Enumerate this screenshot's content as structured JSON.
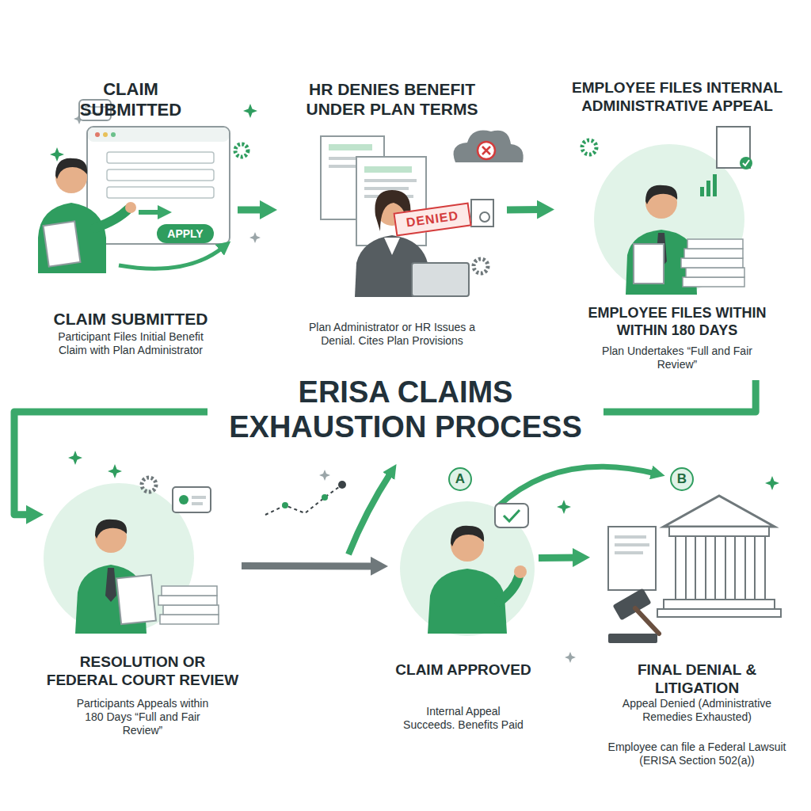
{
  "diagram": {
    "title": "ERISA CLAIMS EXHAUSTION PROCESS",
    "nodes": [
      {
        "text": [
          "CLAIM SUBMITTED",
          "CLAIM SUBMITTED",
          "Participant Files Initial Benefit Claim with Plan Administrator"
        ]
      },
      {
        "text": [
          "HR DENIES BENEFIT UNDER PLAN TERMS",
          "Plan Administrator or HR Issues a Denial. Cites Plan Provisions"
        ]
      },
      {
        "text": [
          "EMPLOYEE FILES INTERNAL ADMINISTRATIVE APPEAL",
          "EMPLOYEE FILES WITHIN WITHIN 180 DAYS",
          "Plan Undertakes “Full and Fair Review”"
        ]
      },
      {
        "text": [
          "RESOLUTION OR FEDERAL COURT REVIEW",
          "Participants Appeals within 180 Days “Full and Fair Review”"
        ]
      },
      {
        "text": [
          "CLAIM APPROVED",
          "Internal Appeal Succeeds. Benefits Paid"
        ]
      },
      {
        "text": [
          "FINAL DENIAL & LITIGATION",
          "Appeal Denied (Administrative Remedies Exhausted)",
          "Employee can file a Federal Lawsuit (ERISA Section 502(a))"
        ]
      }
    ],
    "edges": [
      {
        "from": 0,
        "to": 1,
        "arrow": "to"
      },
      {
        "from": 1,
        "to": 2,
        "arrow": "to"
      },
      {
        "from": 2,
        "to": 3,
        "arrow": "to"
      },
      {
        "from": 3,
        "to": 4,
        "arrow": "to"
      },
      {
        "from": 4,
        "to": 5,
        "arrow": "to"
      }
    ],
    "labels": [
      "APPLY",
      "DENIED",
      "A",
      "B"
    ]
  }
}
